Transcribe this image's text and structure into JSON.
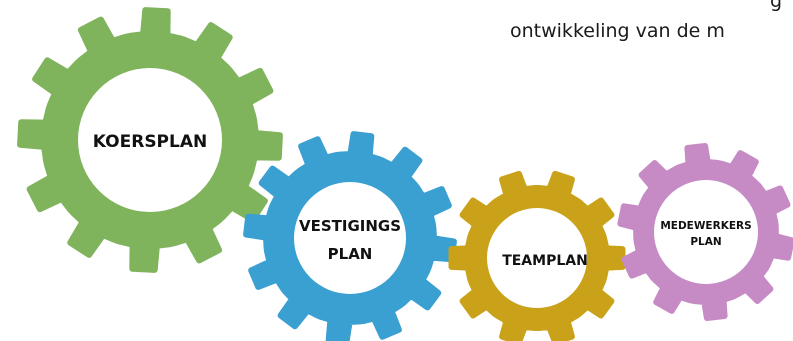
{
  "header": {
    "left_fragment": "",
    "right_fragment_line1": "g",
    "right_fragment_line2": "ontwikkeling van de m"
  },
  "gears": [
    {
      "id": "koersplan",
      "lines": [
        "KOERSPLAN"
      ],
      "color": "#7fb35c"
    },
    {
      "id": "vestigings",
      "lines": [
        "VESTIGINGS",
        "PLAN"
      ],
      "color": "#3a9fd1"
    },
    {
      "id": "teamplan",
      "lines": [
        "TEAMPLAN"
      ],
      "color": "#c9a21a"
    },
    {
      "id": "medewerkers",
      "lines": [
        "MEDEWERKERS",
        "PLAN"
      ],
      "color": "#c68bc4"
    }
  ]
}
